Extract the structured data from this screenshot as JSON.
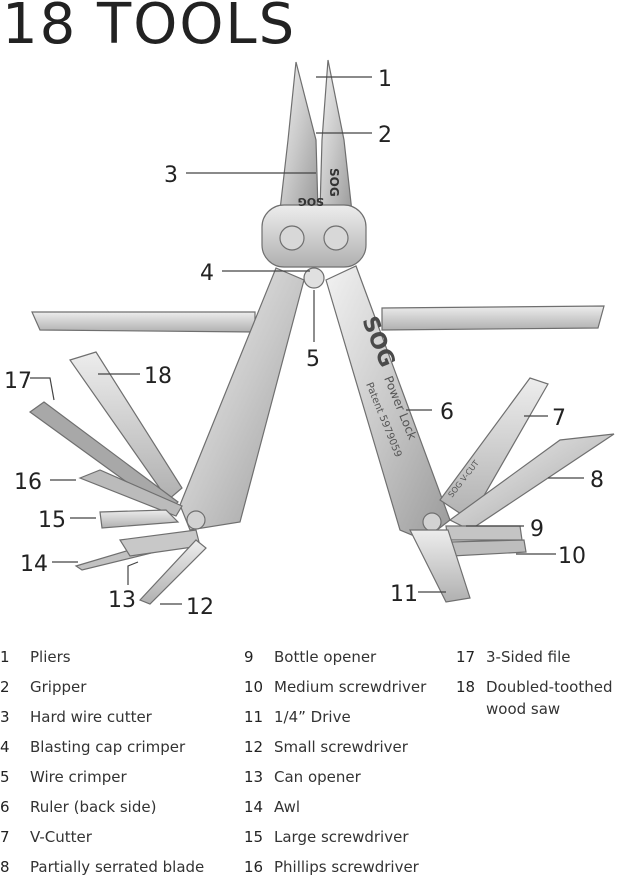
{
  "title": "18 TOOLS",
  "brand": {
    "logo_text": "SOG",
    "engraving_1": "Power Lock",
    "engraving_2": "Patent 5979059",
    "vcut_text": "SOG V-CUT"
  },
  "callouts": [
    "1",
    "2",
    "3",
    "4",
    "5",
    "6",
    "7",
    "8",
    "9",
    "10",
    "11",
    "12",
    "13",
    "14",
    "15",
    "16",
    "17",
    "18"
  ],
  "legend": [
    {
      "num": "1",
      "label": "Pliers"
    },
    {
      "num": "2",
      "label": "Gripper"
    },
    {
      "num": "3",
      "label": "Hard wire cutter"
    },
    {
      "num": "4",
      "label": "Blasting cap crimper"
    },
    {
      "num": "5",
      "label": "Wire crimper"
    },
    {
      "num": "6",
      "label": "Ruler (back side)"
    },
    {
      "num": "7",
      "label": "V-Cutter"
    },
    {
      "num": "8",
      "label": "Partially serrated blade"
    },
    {
      "num": "9",
      "label": "Bottle opener"
    },
    {
      "num": "10",
      "label": "Medium screwdriver"
    },
    {
      "num": "11",
      "label": "1/4” Drive"
    },
    {
      "num": "12",
      "label": "Small screwdriver"
    },
    {
      "num": "13",
      "label": "Can opener"
    },
    {
      "num": "14",
      "label": "Awl"
    },
    {
      "num": "15",
      "label": "Large screwdriver"
    },
    {
      "num": "16",
      "label": "Phillips screwdriver"
    },
    {
      "num": "17",
      "label": "3-Sided file"
    },
    {
      "num": "18",
      "label": "Doubled-toothed wood saw"
    }
  ],
  "colors": {
    "text": "#222222",
    "steel_light": "#e6e6e6",
    "steel_mid": "#bdbdbd",
    "steel_dark": "#8a8a8a",
    "leader": "#444444"
  }
}
